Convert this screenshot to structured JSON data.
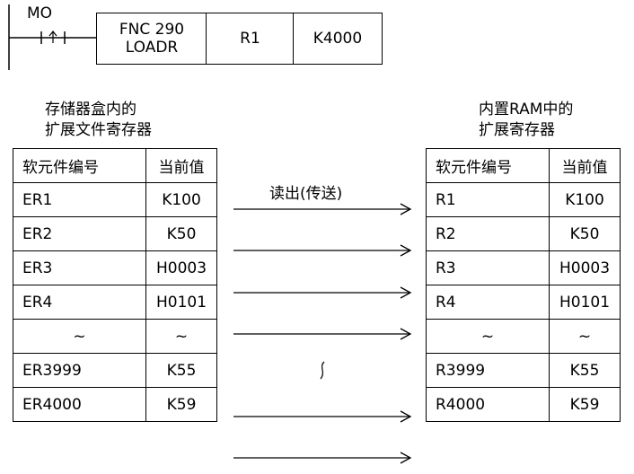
{
  "ladder": {
    "contact_label": "MO",
    "fnc_line1": "FNC 290",
    "fnc_line2": "LOADR",
    "operand1": "R1",
    "operand2": "K4000"
  },
  "left_table": {
    "caption_line1": "存储器盒内的",
    "caption_line2": "扩展文件寄存器",
    "headers": [
      "软元件编号",
      "当前值"
    ],
    "rows": [
      [
        "ER1",
        "K100"
      ],
      [
        "ER2",
        "K50"
      ],
      [
        "ER3",
        "H0003"
      ],
      [
        "ER4",
        "H0101"
      ],
      [
        "~",
        "~"
      ],
      [
        "ER3999",
        "K55"
      ],
      [
        "ER4000",
        "K59"
      ]
    ]
  },
  "right_table": {
    "caption_line1": "内置RAM中的",
    "caption_line2": "扩展寄存器",
    "headers": [
      "软元件编号",
      "当前值"
    ],
    "rows": [
      [
        "R1",
        "K100"
      ],
      [
        "R2",
        "K50"
      ],
      [
        "R3",
        "H0003"
      ],
      [
        "R4",
        "H0101"
      ],
      [
        "~",
        "~"
      ],
      [
        "R3999",
        "K55"
      ],
      [
        "R4000",
        "K59"
      ]
    ]
  },
  "transfer_label": "读出(传送)"
}
